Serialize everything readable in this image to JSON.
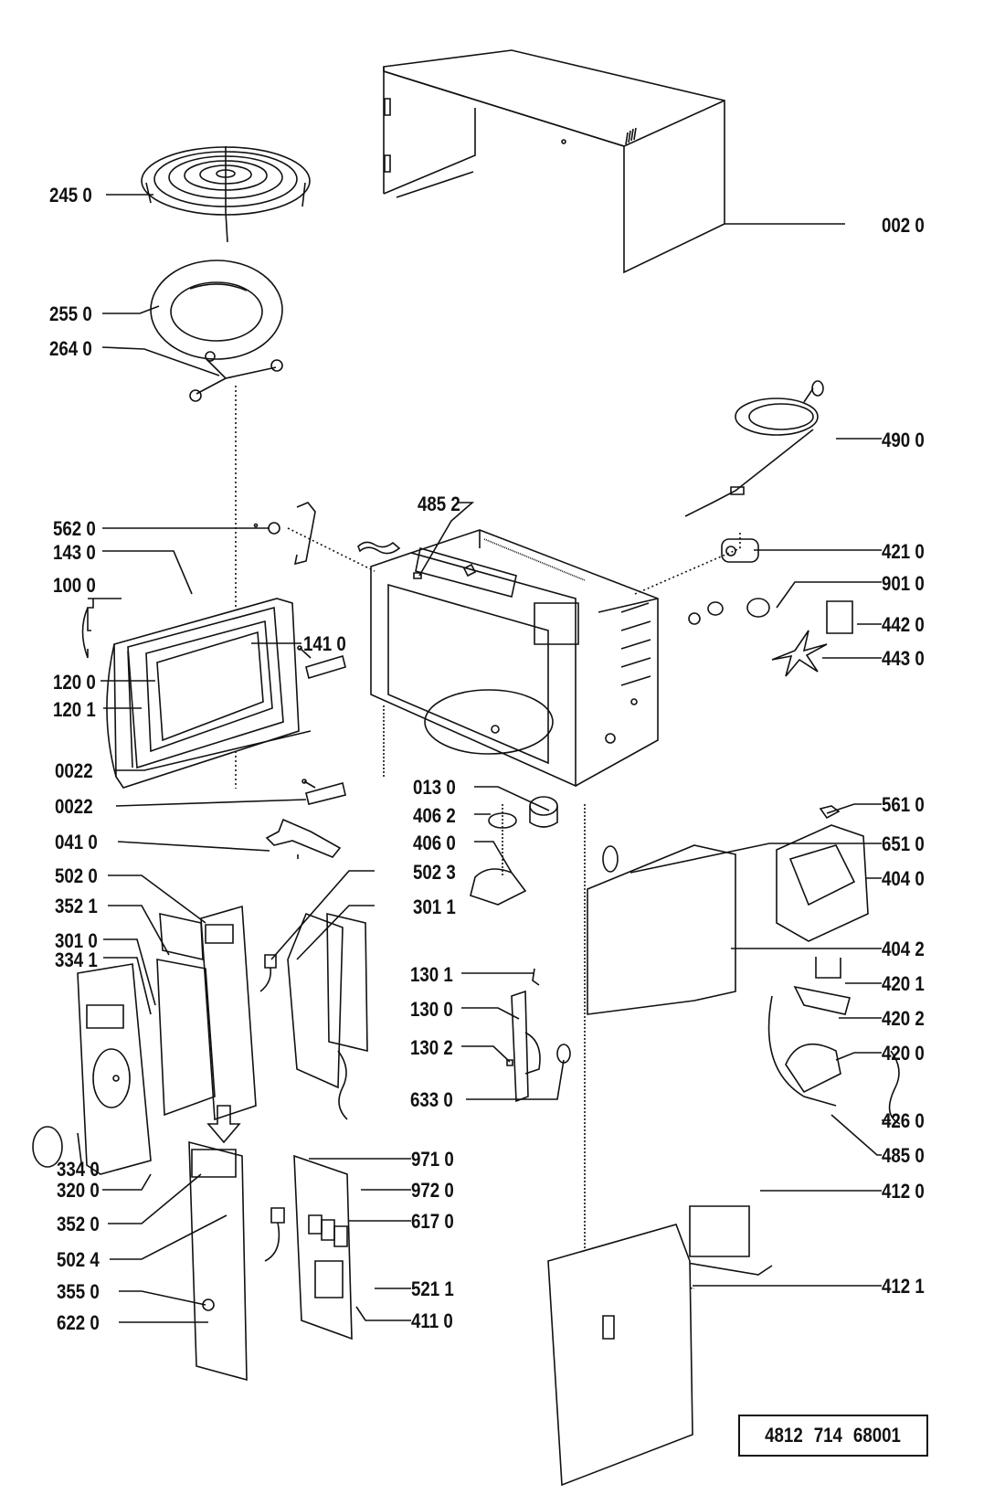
{
  "document": {
    "type": "exploded parts diagram",
    "subject": "microwave oven",
    "document_number": "4812 714 68001"
  },
  "labels": {
    "l0020": "002 0",
    "l2450": "245 0",
    "l2550": "255 0",
    "l2640": "264 0",
    "l4900": "490 0",
    "l4852": "485 2",
    "l5620": "562 0",
    "l1430": "143 0",
    "l1000": "100 0",
    "l4210": "421 0",
    "l9010": "901 0",
    "l4420": "442 0",
    "l4430": "443 0",
    "l1410": "141 0",
    "l1200": "120 0",
    "l1201": "120 1",
    "l0022a": "0022",
    "l0022b": "0022",
    "l5610": "561 0",
    "l0130": "013 0",
    "l4062": "406 2",
    "l6510": "651 0",
    "l0410": "041 0",
    "l4060": "406 0",
    "l4040": "404 0",
    "l5020": "502 0",
    "l5023": "502 3",
    "l3521": "352 1",
    "l3011": "301 1",
    "l4042": "404 2",
    "l3010": "301 0",
    "l3341": "334 1",
    "l4201": "420 1",
    "l1301": "130 1",
    "l4202": "420 2",
    "l1300": "130 0",
    "l4200": "420 0",
    "l1302": "130 2",
    "l4260": "426 0",
    "l6330": "633 0",
    "l4850": "485 0",
    "l4120": "412 0",
    "l3340": "334 0",
    "l9710": "971 0",
    "l3200": "320 0",
    "l9720": "972 0",
    "l3520": "352 0",
    "l6170": "617 0",
    "l4121": "412 1",
    "l5024": "502 4",
    "l5211": "521 1",
    "l3550": "355 0",
    "l4110": "411 0",
    "l6220": "622 0"
  }
}
